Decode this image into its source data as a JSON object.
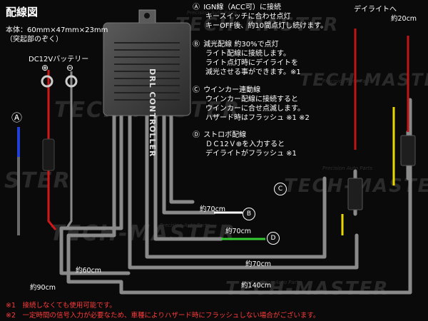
{
  "title": "配線図",
  "dimensions": {
    "line1": "本体：60mm×47mm×23mm",
    "line2": "（突起部のぞく）"
  },
  "battery": {
    "label": "DC12Vバッテリー",
    "plus": "⊕",
    "minus": "⊖"
  },
  "device_label": "DRL CONTROLLER",
  "watermark": {
    "brand": "TECH-MASTER",
    "partial": "STER",
    "small": "Precision Auto Parts"
  },
  "notes": [
    {
      "mark": "Ⓐ",
      "lines": [
        "IGN線（ACC可）に接続",
        "キースイッチに合わせ点灯",
        "キーOFF後、約10間点灯し続けます。"
      ]
    },
    {
      "mark": "Ⓑ",
      "lines": [
        "減光配線 約30%で点灯",
        "ライト配線に接続します。",
        "ライト点灯時にデイライトを",
        "減光させる事ができます。※1"
      ]
    },
    {
      "mark": "Ⓒ",
      "lines": [
        "ウインカー連動線",
        "ウインカー配線に接続すると",
        "ウインカーに合せ点滅します。",
        "ハザード時はフラッシュ ※1 ※2"
      ]
    },
    {
      "mark": "Ⓓ",
      "lines": [
        "ストロボ配線",
        "ＤＣ12Ｖ⊕を入力すると",
        "デイライトがフラッシュ ※1"
      ]
    }
  ],
  "daylight_label": "デイライトへ",
  "lengths": {
    "top_right": "約20cm",
    "b_wire": "約70cm",
    "d_wire": "約70cm",
    "middle": "約70cm",
    "left_60": "約60cm",
    "left_90": "約90cm",
    "bottom_140": "約140cm"
  },
  "markers": {
    "a": "Ⓐ",
    "b": "B",
    "c": "C",
    "d": "D"
  },
  "footnotes": [
    "※1　接続しなくても使用可能です。",
    "※2　一定時間の信号入力が必要なため、車種によりハザード時にフラッシュしない場合がございます。"
  ]
}
